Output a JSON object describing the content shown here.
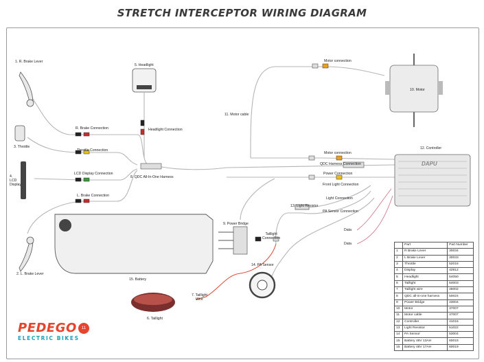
{
  "title": "STRETCH INTERCEPTOR WIRING DIAGRAM",
  "labels": {
    "r_brake_lever": "1. R. Brake Lever",
    "headlight": "5. Headlight",
    "motor_connection_top": "Motor connection",
    "motor": "10. Motor",
    "motor_cable": "11. Motor cable",
    "r_brake_connection": "R. Brake Connection",
    "headlight_connection": "Headlight Connection",
    "throttle": "3. Throttle",
    "throttle_connection": "Throttle Connection",
    "lcd_display": "4.\nLCD\nDisplay",
    "lcd_display_connection": "LCD Display Connection",
    "qdc_harness": "8. QDC All-In-One Harness",
    "l_brake_connection": "L. Brake Connection",
    "motor_connection_ctrl": "Motor connection",
    "qdc_harness_connection": "QDC Harness Connection",
    "power_connection": "Power Connection",
    "controller": "12. Controller",
    "controller_brand": "DAPU",
    "front_light_connection": "Front Light Connection",
    "light_connection": "Light Connection",
    "light_resistor": "13. Light Resistor",
    "pa_sensor_connection": "PA Sensor Connection",
    "data1": "Data",
    "data2": "Data",
    "power_bridge": "9. Power Bridge",
    "taillight_connection": "Taillight\nConnection",
    "l_brake_lever": "2. L. Brake Lever",
    "pa_sensor": "14. PA Sensor",
    "battery": "15. Battery",
    "taillight_wire": "7. Taillight\nWire",
    "taillight": "6. Taillight"
  },
  "parts_table": {
    "headers": [
      "",
      "Part",
      "Part Number"
    ],
    "rows": [
      [
        "1",
        "R Brake Lever",
        "30034"
      ],
      [
        "2",
        "L Brake Lever",
        "30033"
      ],
      [
        "3",
        "Throttle",
        "52016"
      ],
      [
        "4",
        "Display",
        "42812"
      ],
      [
        "5",
        "Headlight",
        "54050"
      ],
      [
        "6",
        "Taillight",
        "54003"
      ],
      [
        "7",
        "Taillight wire",
        "46002"
      ],
      [
        "8",
        "QDC all-in-one harness",
        "50024"
      ],
      [
        "9",
        "Power Bridge",
        "43004"
      ],
      [
        "10",
        "Motor",
        "37007"
      ],
      [
        "11",
        "Motor cable",
        "47007"
      ],
      [
        "12",
        "Controller",
        "41016"
      ],
      [
        "13",
        "Light Resistor",
        "51022"
      ],
      [
        "14",
        "PA Sensor",
        "53004"
      ],
      [
        "15",
        "Battery 48V 13AH",
        "60015"
      ],
      [
        "15",
        "Battery 48V 17AH",
        "60019"
      ]
    ]
  },
  "logo": {
    "brand": "PEDEGO",
    "subtitle": "ELECTRIC BIKES",
    "mark": "11"
  },
  "colors": {
    "logo_red": "#e4452c",
    "logo_teal": "#1aa0b5",
    "taillight_wire": "#d9442f",
    "cable": "#b5b5b5"
  }
}
